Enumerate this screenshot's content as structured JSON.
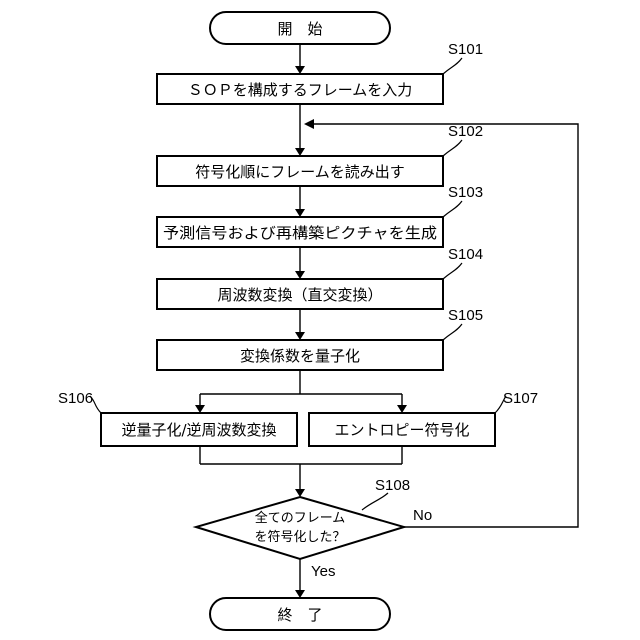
{
  "start": "開　始",
  "end": "終　了",
  "steps": {
    "s101": {
      "label": "S101",
      "text": "ＳＯＰを構成するフレームを入力"
    },
    "s102": {
      "label": "S102",
      "text": "符号化順にフレームを読み出す"
    },
    "s103": {
      "label": "S103",
      "text": "予測信号および再構築ピクチャを生成"
    },
    "s104": {
      "label": "S104",
      "text": "周波数変換（直交変換）"
    },
    "s105": {
      "label": "S105",
      "text": "変換係数を量子化"
    },
    "s106": {
      "label": "S106",
      "text": "逆量子化/逆周波数変換"
    },
    "s107": {
      "label": "S107",
      "text": "エントロピー符号化"
    }
  },
  "decision": {
    "label": "S108",
    "line1": "全てのフレーム",
    "line2": "を符号化した？",
    "no": "No",
    "yes": "Yes"
  }
}
